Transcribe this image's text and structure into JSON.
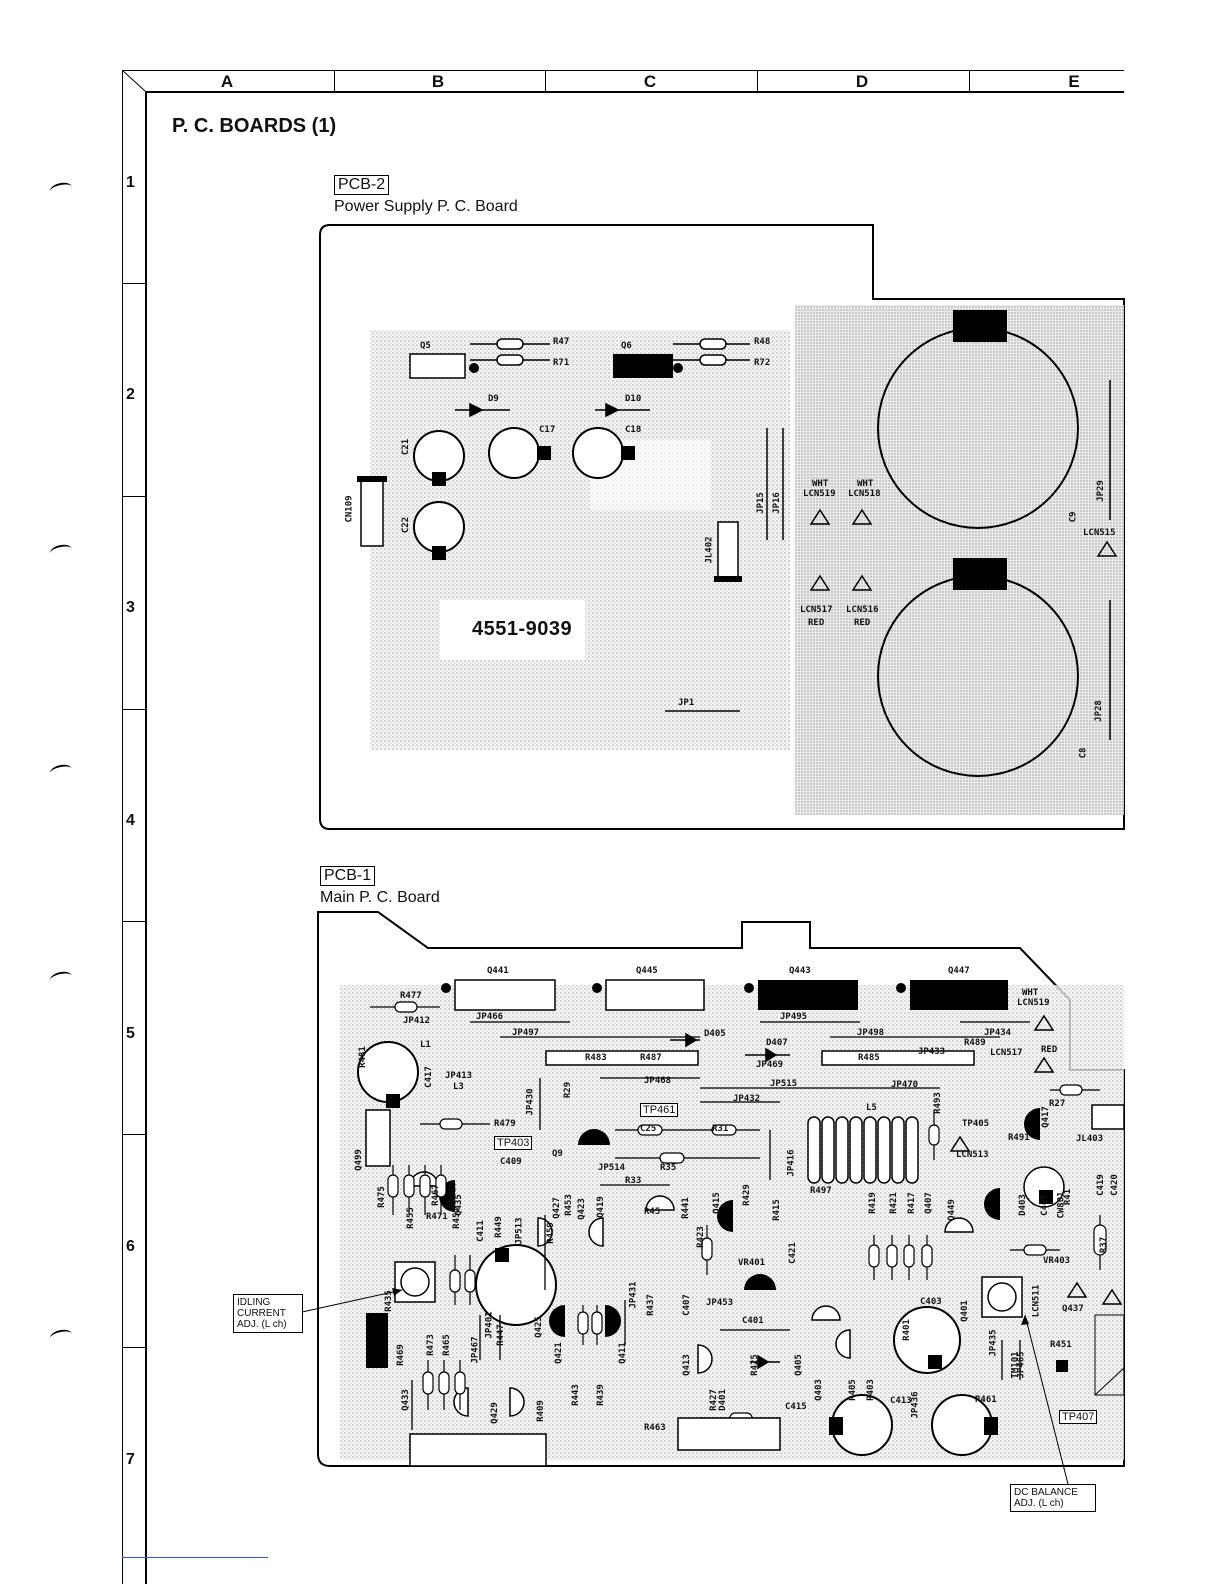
{
  "frame": {
    "columns": [
      "A",
      "B",
      "C",
      "D",
      "E"
    ],
    "rows": [
      "1",
      "2",
      "3",
      "4",
      "5",
      "6",
      "7"
    ]
  },
  "title": "P. C. BOARDS (1)",
  "pcb2": {
    "tag": "PCB-2",
    "caption": "Power Supply P. C. Board",
    "part_number": "4551-9039",
    "labels": [
      "Q5",
      "R47",
      "R71",
      "Q6",
      "R48",
      "R72",
      "D9",
      "D10",
      "C21",
      "C17",
      "C18",
      "CN109",
      "C22",
      "JL402",
      "JP15",
      "JP16",
      "WHT",
      "LCN519",
      "WHT",
      "LCN518",
      "LCN517",
      "RED",
      "LCN516",
      "RED",
      "JP1",
      "C9",
      "JP29",
      "LCN515",
      "C8",
      "JP28"
    ]
  },
  "pcb1": {
    "tag": "PCB-1",
    "caption": "Main P. C. Board",
    "labels": [
      "Q441",
      "Q445",
      "Q443",
      "Q447",
      "WHT",
      "LCN519",
      "R477",
      "JP412",
      "JP466",
      "JP497",
      "D405",
      "JP495",
      "JP498",
      "JP434",
      "RED",
      "R489",
      "LCN517",
      "R481",
      "L1",
      "R483",
      "R487",
      "D407",
      "JP433",
      "R485",
      "C417",
      "JP413",
      "L3",
      "JP430",
      "R29",
      "JP469",
      "JP468",
      "JP515",
      "JP470",
      "R27",
      "R479",
      "JP432",
      "L5",
      "R493",
      "TP405",
      "Q417",
      "JL403",
      "Q499",
      "C25",
      "R31",
      "R491",
      "LCN513",
      "C419",
      "C420",
      "Q9",
      "C409",
      "JP514",
      "R35",
      "JP416",
      "R497",
      "R41",
      "R475",
      "R467",
      "JP429",
      "R33",
      "Q435",
      "Q427",
      "R453",
      "Q423",
      "Q419",
      "R45",
      "R441",
      "Q415",
      "R429",
      "R415",
      "R419",
      "R421",
      "R417",
      "Q407",
      "Q449",
      "D403",
      "C405",
      "CW801",
      "R471",
      "R455",
      "R457",
      "C411",
      "R449",
      "JP513",
      "R459",
      "R423",
      "C421",
      "R37",
      "VR403",
      "R435",
      "JP431",
      "R437",
      "C407",
      "VR401",
      "LCN511",
      "Q437",
      "R469",
      "R473",
      "R465",
      "JP467",
      "JP401",
      "R447",
      "Q425",
      "Q421",
      "Q411",
      "JP453",
      "C401",
      "C403",
      "R401",
      "Q401",
      "JP435",
      "TM101",
      "R451",
      "R443",
      "R439",
      "Q413",
      "R427",
      "D401",
      "R425",
      "Q405",
      "Q403",
      "R405",
      "R403",
      "JP436",
      "JP465",
      "Q433",
      "Q429",
      "R409",
      "C415",
      "C413",
      "R461",
      "R463"
    ],
    "test_point": "TP407",
    "tp461": "TP461",
    "tp403": "TP403"
  },
  "callouts": {
    "idling": [
      "IDLING",
      "CURRENT",
      "ADJ. (L ch)"
    ],
    "dc_balance": [
      "DC BALANCE",
      "ADJ. (L ch)"
    ]
  }
}
